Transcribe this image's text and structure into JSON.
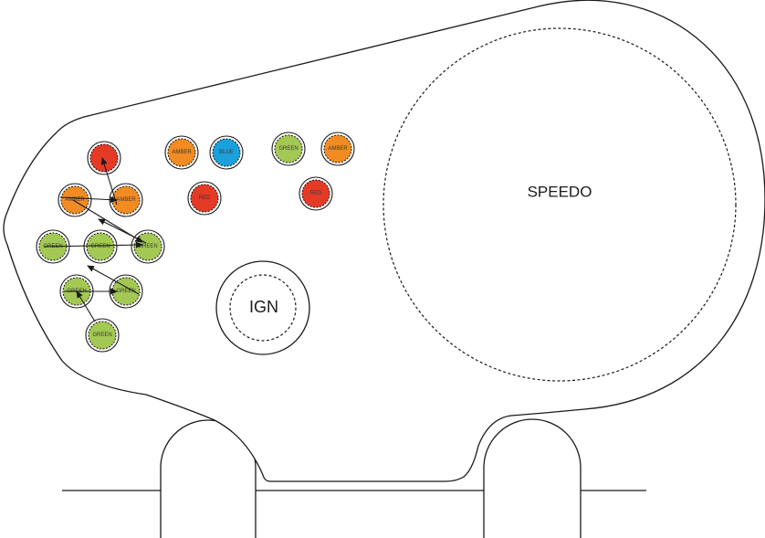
{
  "speedo": {
    "label": "SPEEDO"
  },
  "ignition": {
    "label": "IGN"
  },
  "colors": {
    "amber": "#f18b22",
    "blue": "#1aa0da",
    "green": "#a3c853",
    "red": "#e53a26"
  },
  "lamps": [
    {
      "id": "lamp-1",
      "label": "",
      "color": "red"
    },
    {
      "id": "lamp-2",
      "label": "AMBER",
      "color": "amber"
    },
    {
      "id": "lamp-3",
      "label": "AMBER",
      "color": "amber"
    },
    {
      "id": "lamp-4",
      "label": "GREEN",
      "color": "green"
    },
    {
      "id": "lamp-5",
      "label": "GREEN",
      "color": "green"
    },
    {
      "id": "lamp-6",
      "label": "GREEN",
      "color": "green"
    },
    {
      "id": "lamp-7",
      "label": "GREEN",
      "color": "green"
    },
    {
      "id": "lamp-8",
      "label": "GREEN",
      "color": "green"
    },
    {
      "id": "lamp-9",
      "label": "GREEN",
      "color": "green"
    },
    {
      "id": "lamp-10",
      "label": "AMBER",
      "color": "amber"
    },
    {
      "id": "lamp-11",
      "label": "BLUE",
      "color": "blue"
    },
    {
      "id": "lamp-12",
      "label": "RED",
      "color": "red"
    },
    {
      "id": "lamp-13",
      "label": "GREEN",
      "color": "green"
    },
    {
      "id": "lamp-14",
      "label": "AMBER",
      "color": "amber"
    },
    {
      "id": "lamp-15",
      "label": "RED",
      "color": "red"
    }
  ]
}
